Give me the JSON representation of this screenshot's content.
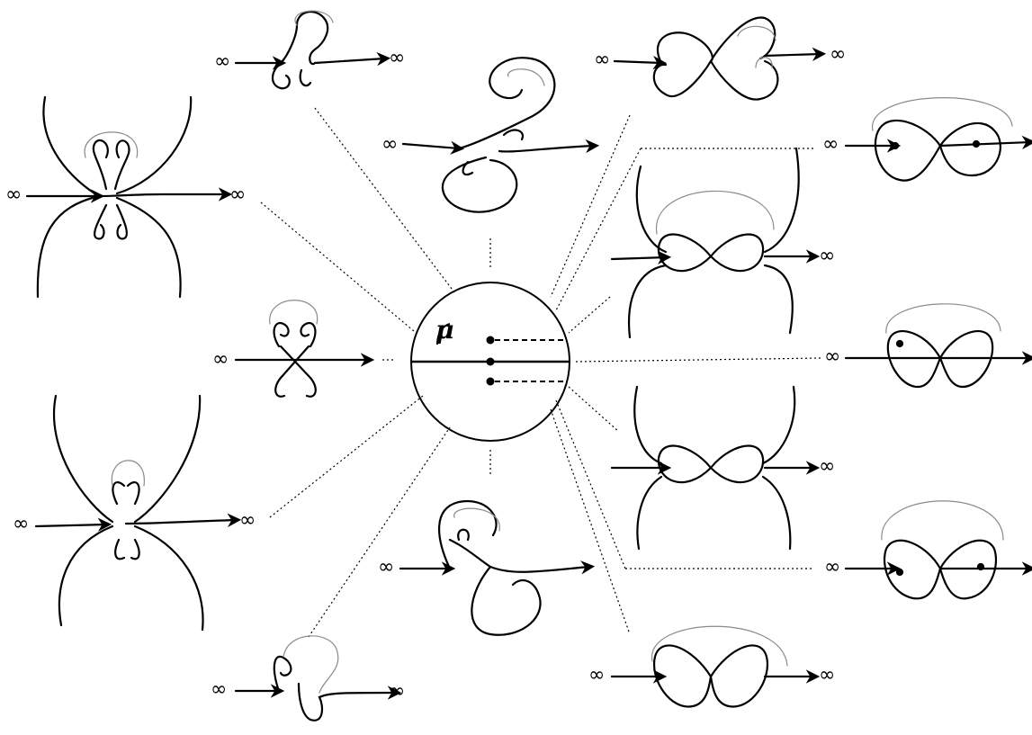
{
  "parameter_label": "μ",
  "infinity_symbol": "∞",
  "stroke_color": "#000000",
  "faint_color": "#8a8a8a",
  "background": "#ffffff",
  "panels": [
    {
      "id": "top-left-upper",
      "labels": [
        "∞",
        "∞"
      ]
    },
    {
      "id": "top-center",
      "labels": [
        "∞"
      ]
    },
    {
      "id": "top-right-upper",
      "labels": [
        "∞",
        "∞"
      ]
    },
    {
      "id": "left-upper",
      "labels": [
        "∞",
        "∞"
      ]
    },
    {
      "id": "left-middle",
      "labels": [
        "∞"
      ]
    },
    {
      "id": "left-lower",
      "labels": [
        "∞",
        "∞"
      ]
    },
    {
      "id": "bottom-center",
      "labels": [
        "∞"
      ]
    },
    {
      "id": "bottom-left",
      "labels": [
        "∞",
        "∞"
      ]
    },
    {
      "id": "right-upper",
      "labels": [
        "∞"
      ]
    },
    {
      "id": "right-middle",
      "labels": [
        "∞"
      ]
    },
    {
      "id": "right-lower",
      "labels": [
        "∞"
      ]
    },
    {
      "id": "center-right-upper",
      "labels": [
        "∞"
      ]
    },
    {
      "id": "center-right-lower",
      "labels": [
        "∞"
      ]
    },
    {
      "id": "bottom-right",
      "labels": [
        "∞",
        "∞"
      ]
    }
  ]
}
